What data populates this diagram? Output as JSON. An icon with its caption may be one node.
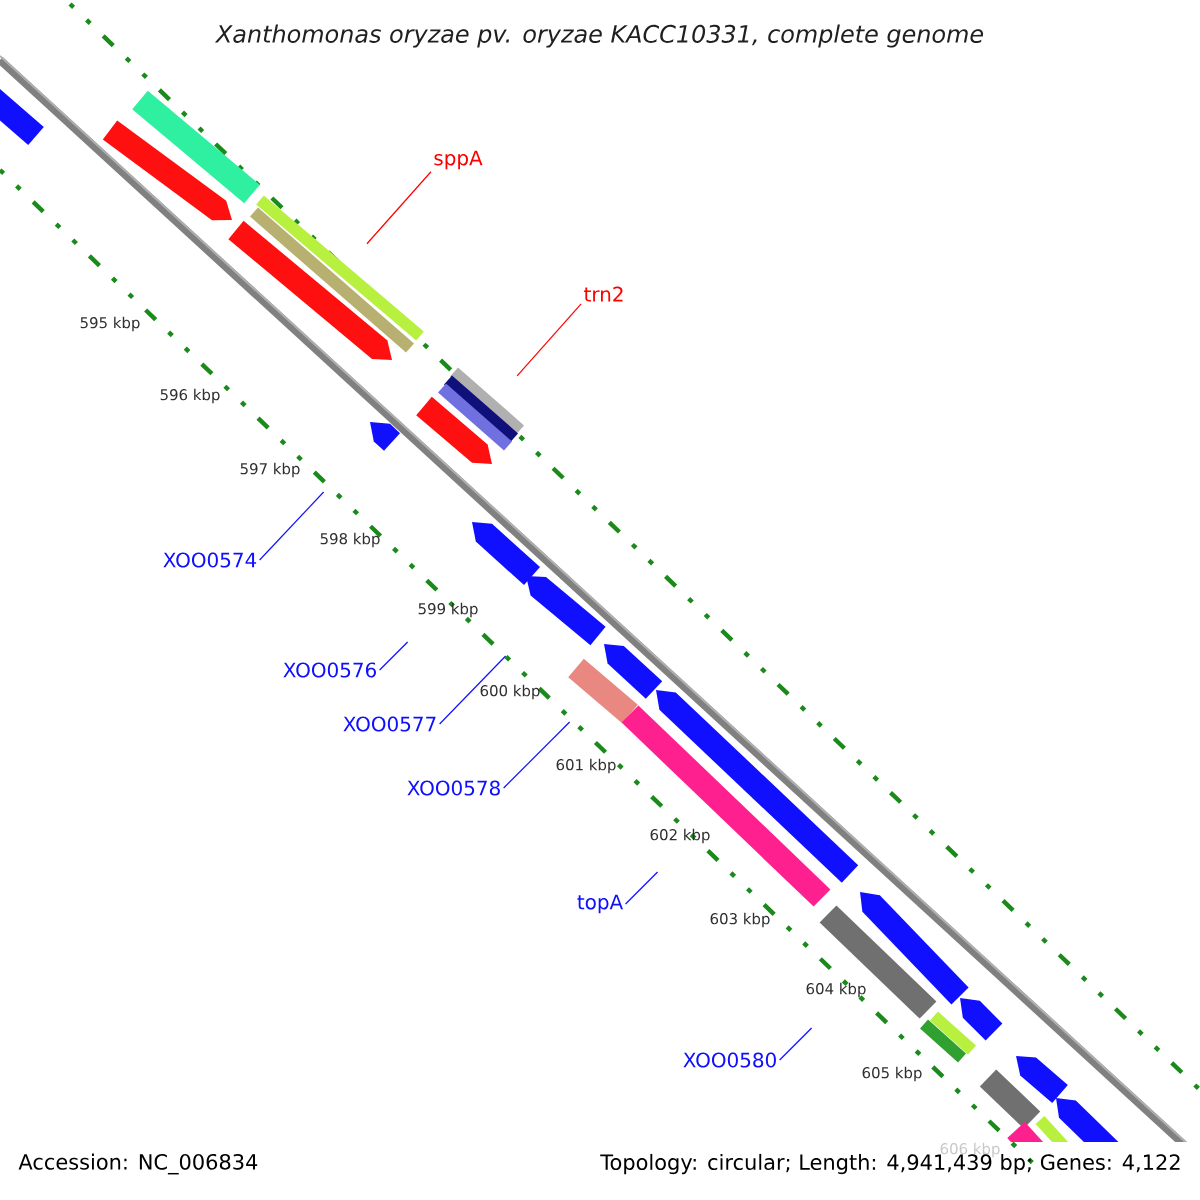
{
  "diagram": {
    "title": "Xanthomonas oryzae pv. oryzae KACC10331, complete genome",
    "nodes": [
      {
        "text": [
          "sppA"
        ]
      },
      {
        "text": [
          "trn2"
        ]
      },
      {
        "text": [
          "XOO0574"
        ]
      },
      {
        "text": [
          "XOO0576"
        ]
      },
      {
        "text": [
          "XOO0577"
        ]
      },
      {
        "text": [
          "XOO0578"
        ]
      },
      {
        "text": [
          "topA"
        ]
      },
      {
        "text": [
          "XOO0580"
        ]
      }
    ],
    "edges": [
      {
        "from": 0,
        "to": null,
        "arrow": "none",
        "color": "#ff0000"
      },
      {
        "from": 1,
        "to": null,
        "arrow": "none",
        "color": "#ff0000"
      },
      {
        "from": 2,
        "to": null,
        "arrow": "none"
      },
      {
        "from": 3,
        "to": null,
        "arrow": "none"
      },
      {
        "from": 4,
        "to": null,
        "arrow": "none"
      },
      {
        "from": 5,
        "to": null,
        "arrow": "none"
      },
      {
        "from": 6,
        "to": null,
        "arrow": "none"
      },
      {
        "from": 7,
        "to": null,
        "arrow": "none"
      }
    ],
    "labels": [
      "595 kbp",
      "596 kbp",
      "597 kbp",
      "598 kbp",
      "599 kbp",
      "600 kbp",
      "601 kbp",
      "602 kbp",
      "603 kbp",
      "604 kbp",
      "605 kbp",
      "606 kbp",
      "Accession: NC_006834",
      "Topology: circular; Length: 4,941,439 bp; Genes: 4,122"
    ]
  }
}
